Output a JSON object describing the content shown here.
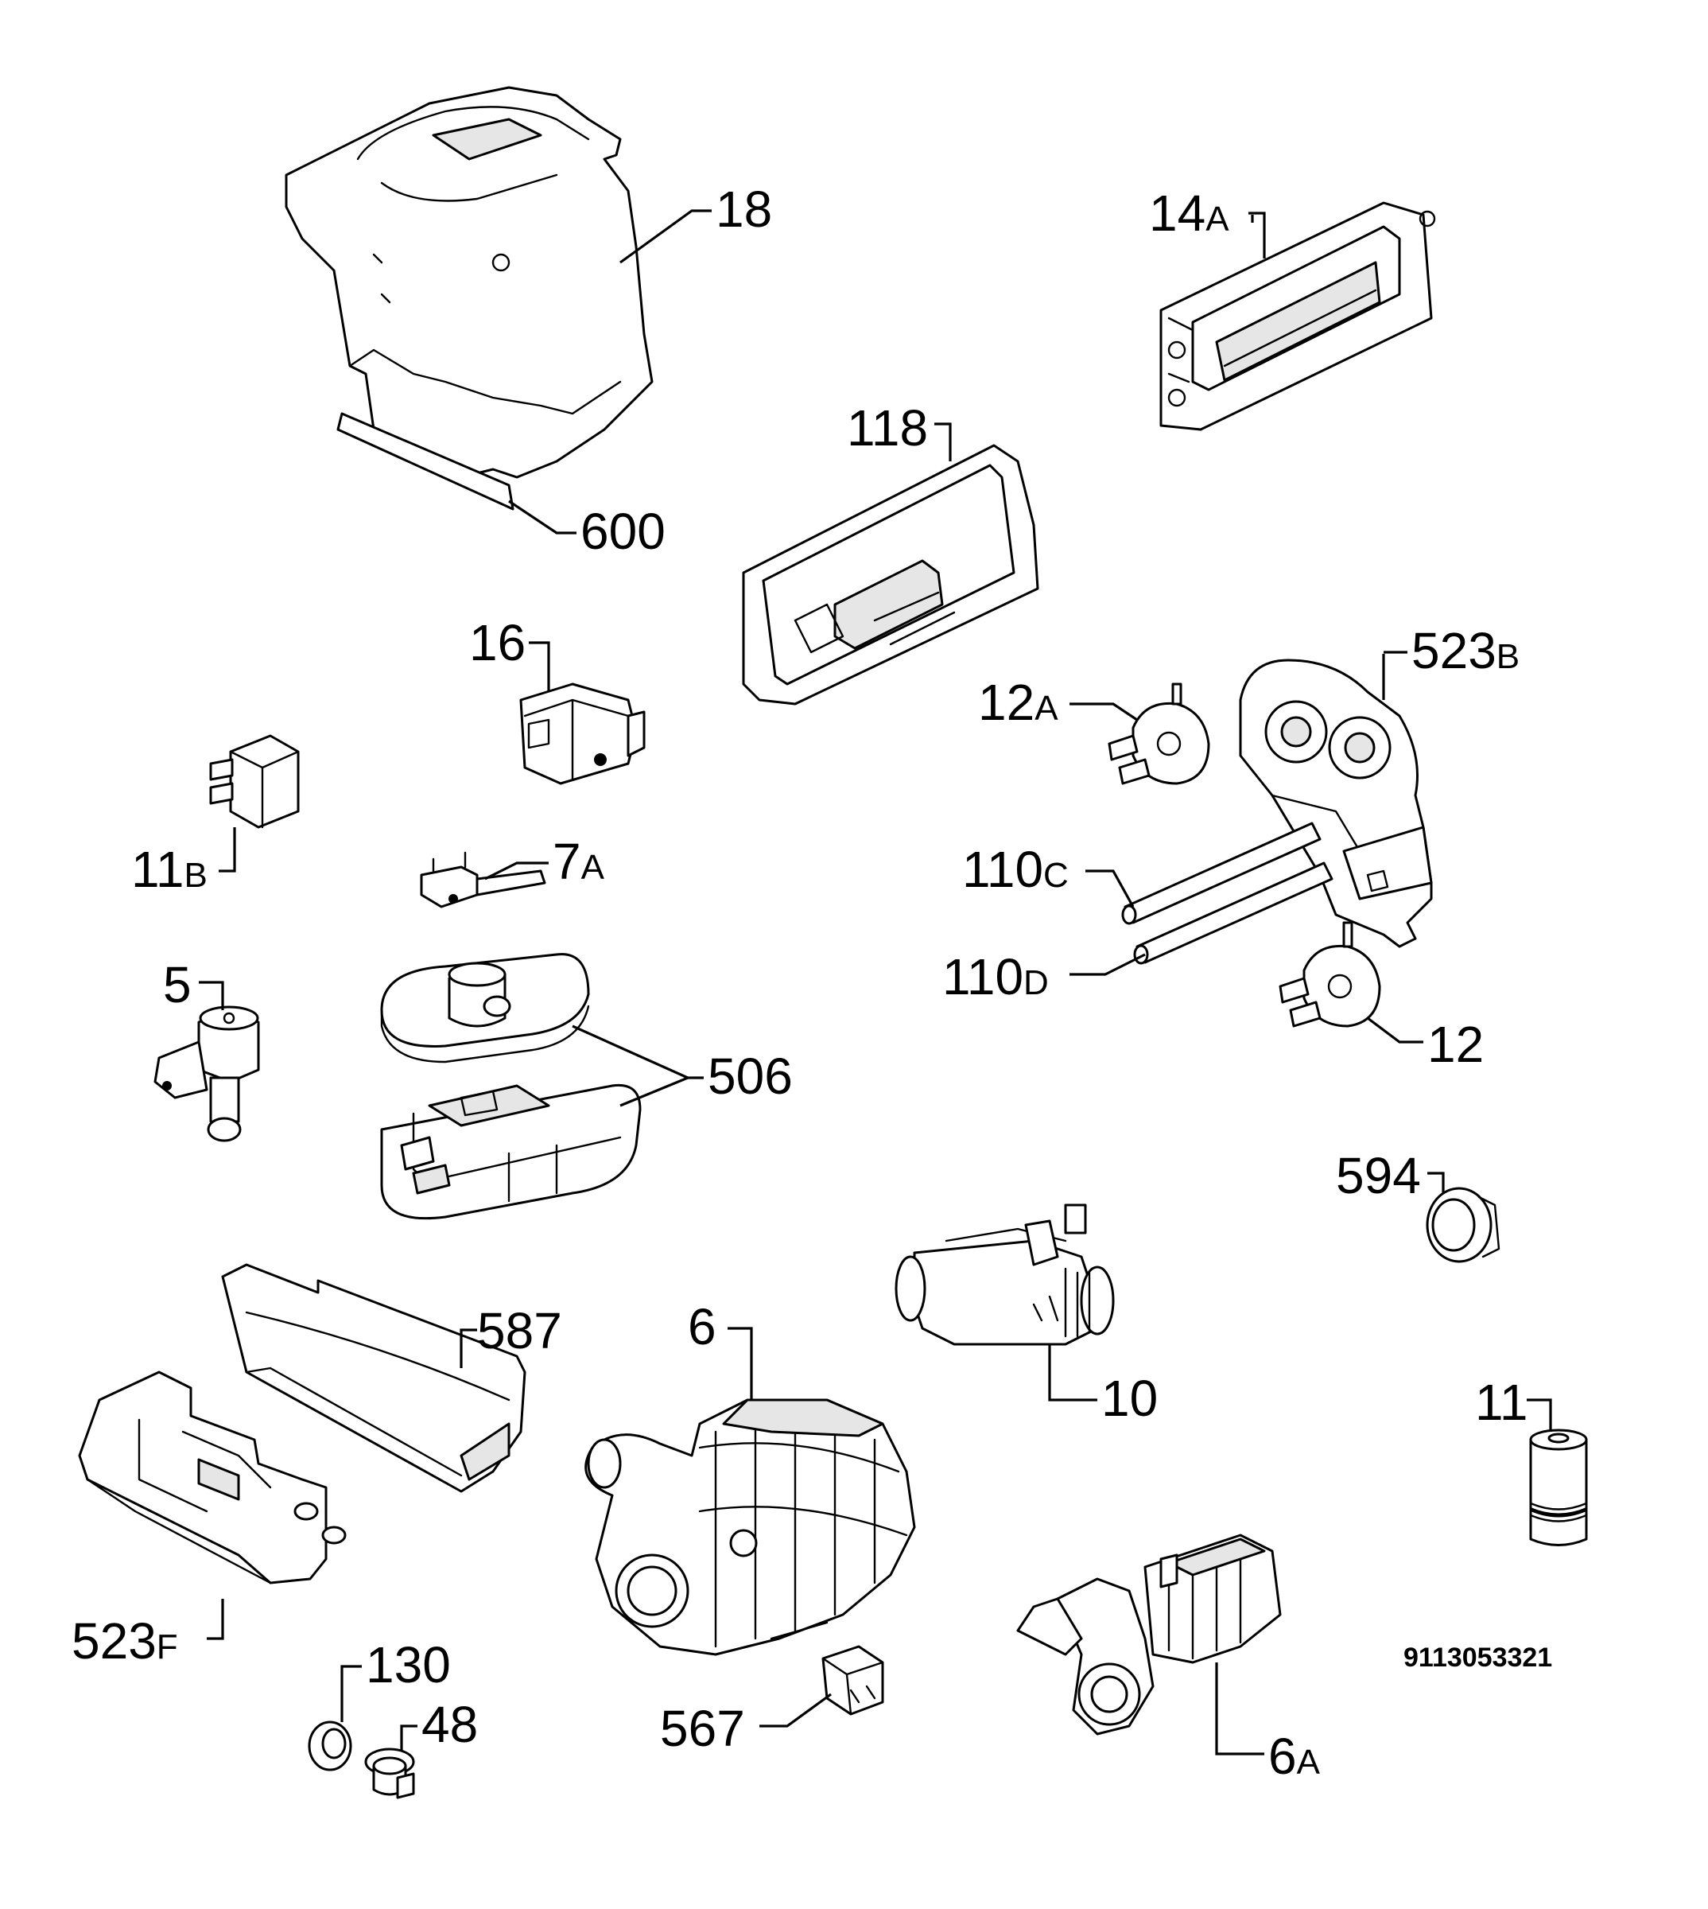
{
  "labels": {
    "l18": {
      "num": "18",
      "suffix": ""
    },
    "l14a": {
      "num": "14",
      "suffix": "A"
    },
    "l600": {
      "num": "600",
      "suffix": ""
    },
    "l118": {
      "num": "118",
      "suffix": ""
    },
    "l16": {
      "num": "16",
      "suffix": ""
    },
    "l523b": {
      "num": "523",
      "suffix": "B"
    },
    "l12a": {
      "num": "12",
      "suffix": "A"
    },
    "l11b": {
      "num": "11",
      "suffix": "B"
    },
    "l7a": {
      "num": "7",
      "suffix": "A"
    },
    "l110c": {
      "num": "110",
      "suffix": "C"
    },
    "l110d": {
      "num": "110",
      "suffix": "D"
    },
    "l5": {
      "num": "5",
      "suffix": ""
    },
    "l506": {
      "num": "506",
      "suffix": ""
    },
    "l12": {
      "num": "12",
      "suffix": ""
    },
    "l594": {
      "num": "594",
      "suffix": ""
    },
    "l587": {
      "num": "587",
      "suffix": ""
    },
    "l6": {
      "num": "6",
      "suffix": ""
    },
    "l10": {
      "num": "10",
      "suffix": ""
    },
    "l11": {
      "num": "11",
      "suffix": ""
    },
    "l523f": {
      "num": "523",
      "suffix": "F"
    },
    "l130": {
      "num": "130",
      "suffix": ""
    },
    "l48": {
      "num": "48",
      "suffix": ""
    },
    "l567": {
      "num": "567",
      "suffix": ""
    },
    "l6a": {
      "num": "6",
      "suffix": "A"
    }
  },
  "drawing_code": "9113053321"
}
